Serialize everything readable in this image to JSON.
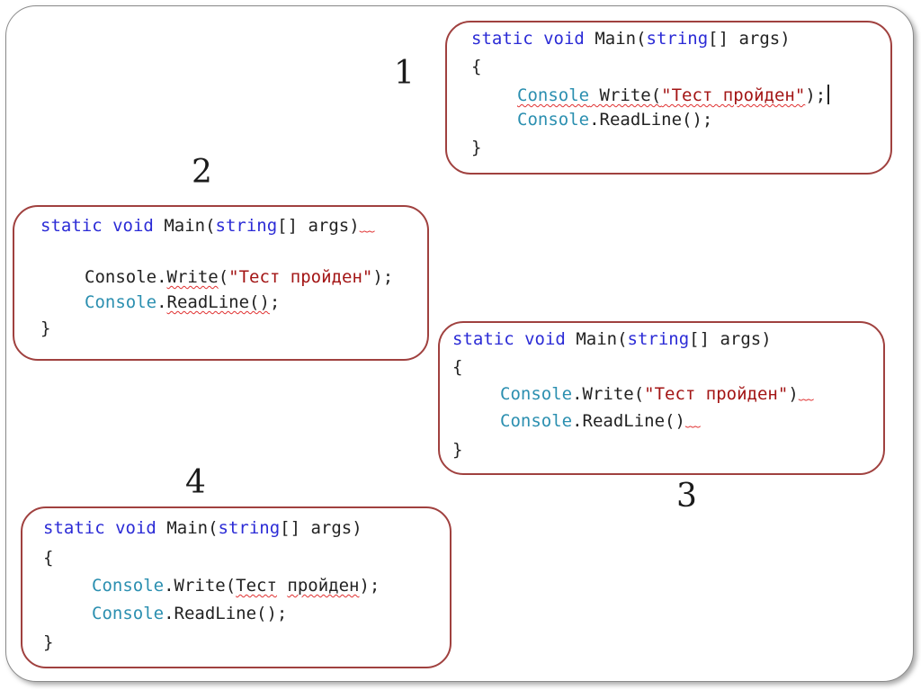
{
  "labels": {
    "one": "1",
    "two": "2",
    "three": "3",
    "four": "4"
  },
  "snippet1": {
    "static": "static",
    "void": "void",
    "main": "Main(",
    "string": "string",
    "args": "[] args)",
    "open_brace": "{",
    "console_a": "Console",
    "write_a": " Write(",
    "str_a": "\"Тест пройден\"",
    "end_a": ");",
    "console_b": "Console",
    "rest_b": ".ReadLine();",
    "close_brace": "}"
  },
  "snippet2": {
    "static": "static",
    "void": "void",
    "main": "Main(",
    "string": "string",
    "args": "[] args)",
    "console_a": "Console.",
    "write_a": "Write",
    "paren_a": "(",
    "str_a": "\"Тест пройден\"",
    "end_a": ");",
    "console_b": "Console",
    "dot_b": ".",
    "readline_b": "ReadLine()",
    "end_b": ";",
    "close_brace": "}"
  },
  "snippet3": {
    "static": "static",
    "void": "void",
    "main": "Main(",
    "string": "string",
    "args": "[] args)",
    "open_brace": "{",
    "console_a": "Console",
    "write_a": ".Write(",
    "str_a": "\"Тест пройден\"",
    "end_a": ")",
    "console_b": "Console",
    "rest_b": ".ReadLine()",
    "close_brace": "}"
  },
  "snippet4": {
    "static": "static",
    "void": "void",
    "main": "Main(",
    "string": "string",
    "args": "[] args)",
    "open_brace": "{",
    "console_a": "Console",
    "write_a": ".Write(",
    "word1": "Тест",
    "space": " ",
    "word2": "пройден",
    "end_a": ");",
    "console_b": "Console",
    "rest_b": ".ReadLine();",
    "close_brace": "}"
  },
  "colors": {
    "keyword": "#2b2bd6",
    "class_name": "#2b8fb0",
    "string": "#a31515",
    "box_border": "#a0413f",
    "squiggle": "#e03030"
  }
}
